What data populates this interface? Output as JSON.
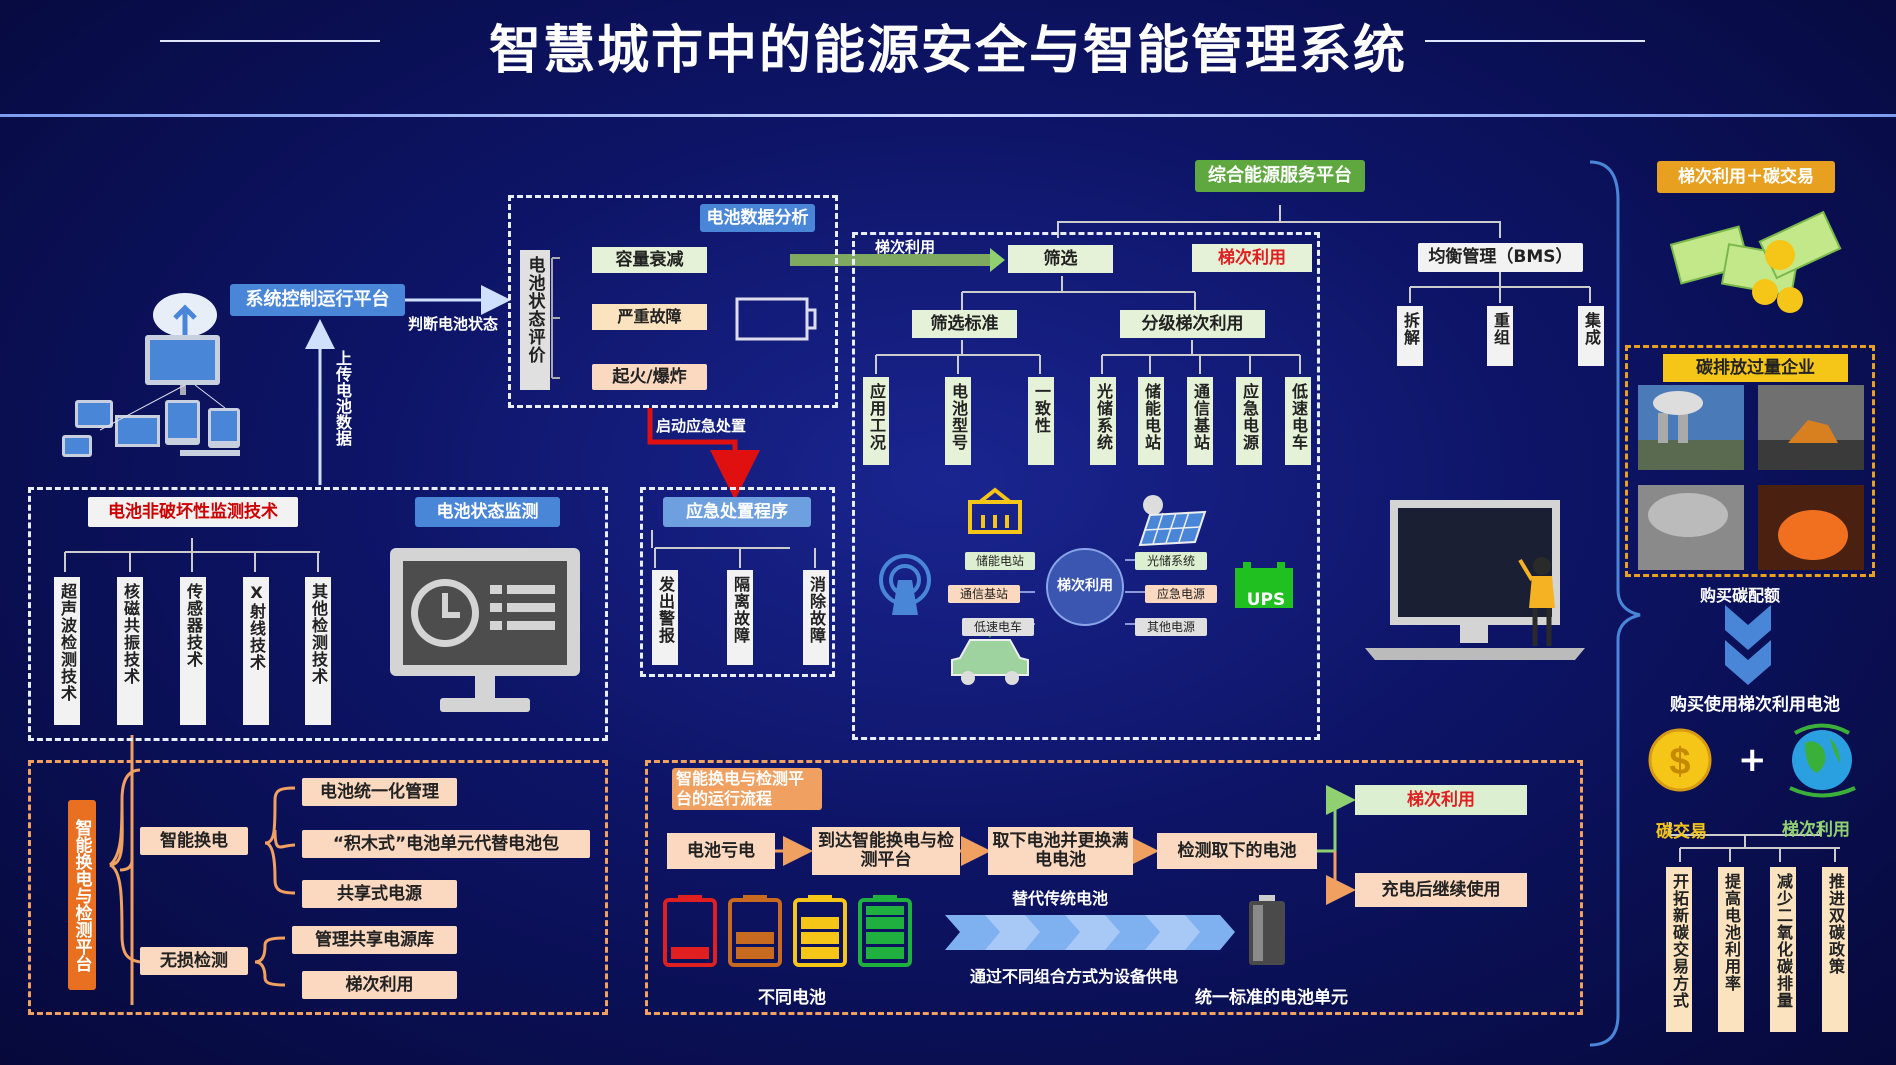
{
  "title": "智慧城市中的能源安全与智能管理系统",
  "control_platform": {
    "label": "系统控制运行平台",
    "judge_text": "判断电池状态",
    "upload_text": "上传电池数据"
  },
  "analysis": {
    "label": "电池数据分析",
    "eval_label": "电池状态评价",
    "items": [
      "容量衰减",
      "严重故障",
      "起火/爆炸"
    ],
    "emergency_arrow": "启动应急处置",
    "cascade_arrow": "梯次利用"
  },
  "nondestructive": {
    "label": "电池非破坏性监测技术",
    "techs": [
      "超声波检测技术",
      "核磁共振技术",
      "传感器技术",
      "X射线技术",
      "其他检测技术"
    ]
  },
  "state_monitor": {
    "label": "电池状态监测"
  },
  "emergency": {
    "label": "应急处置程序",
    "steps": [
      "发出警报",
      "隔离故障",
      "消除故障"
    ]
  },
  "energy_platform": {
    "label": "综合能源服务平台",
    "screen": "筛选",
    "cascade": "梯次利用",
    "screen_std": "筛选标准",
    "graded": "分级梯次利用",
    "std_items": [
      "应用工况",
      "电池型号",
      "一致性"
    ],
    "graded_items": [
      "光储系统",
      "储能电站",
      "通信基站",
      "应急电源",
      "低速电车"
    ],
    "bms": "均衡管理（BMS）",
    "bms_items": [
      "拆解",
      "重组",
      "集成"
    ],
    "hub": "梯次利用",
    "hub_tags": [
      "储能电站",
      "光储系统",
      "通信基站",
      "应急电源",
      "低速电车",
      "其他电源"
    ],
    "ups": "UPS"
  },
  "carbon": {
    "label": "梯次利用＋碳交易",
    "enterprise": "碳排放过量企业",
    "buy_quota": "购买碳配额",
    "buy_battery": "购买使用梯次利用电池",
    "left": "碳交易",
    "right": "梯次利用",
    "plus": "+",
    "results": [
      "开拓新碳交易方式",
      "提高电池利用率",
      "减少二氧化碳排量",
      "推进双碳政策"
    ]
  },
  "swap_platform": {
    "vlabel": "智能换电与检测平台",
    "branch1": "智能换电",
    "branch2": "无损检测",
    "items1": [
      "电池统一化管理",
      "“积木式”电池单元代替电池包",
      "共享式电源"
    ],
    "items2": [
      "管理共享电源库",
      "梯次利用"
    ]
  },
  "flow": {
    "label": "智能换电与检测平台的运行流程",
    "steps": [
      "电池亏电",
      "到达智能换电与检测平台",
      "取下电池并更换满电电池",
      "检测取下的电池"
    ],
    "outcome1": "梯次利用",
    "outcome2": "充电后继续使用",
    "replace_text": "替代传统电池",
    "diff_batteries": "不同电池",
    "combo_text": "通过不同组合方式为设备供电",
    "unified": "统一标准的电池单元"
  },
  "colors": {
    "bg": "#0d1466",
    "blue_tag": "#4a86d8",
    "green_tag": "#5fa840",
    "orange": "#f0a060",
    "gold": "#e8a020",
    "red_arrow": "#e01010"
  }
}
